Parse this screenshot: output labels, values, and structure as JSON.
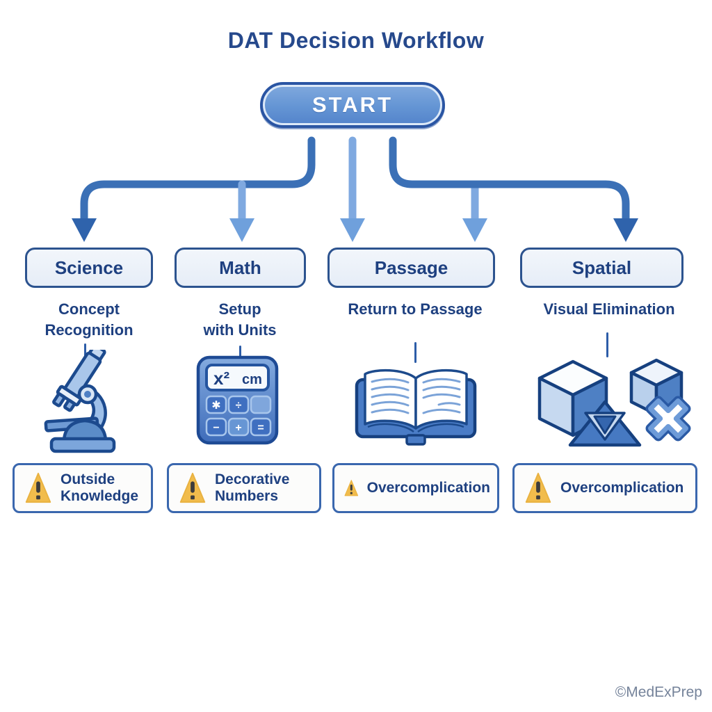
{
  "title": "DAT Decision Workflow",
  "start": {
    "label": "START"
  },
  "columns": [
    {
      "id": "science",
      "label": "Science",
      "strategy": "Concept\nRecognition",
      "icon": "microscope-icon",
      "warning": "Outside\nKnowledge"
    },
    {
      "id": "math",
      "label": "Math",
      "strategy": "Setup\nwith Units",
      "icon": "calculator-icon",
      "warning": "Decorative\nNumbers"
    },
    {
      "id": "passage",
      "label": "Passage",
      "strategy": "Return to Passage",
      "icon": "open-book-icon",
      "warning": "Overcomplication"
    },
    {
      "id": "spatial",
      "label": "Spatial",
      "strategy": "Visual Elimination",
      "icon": "cubes-x-icon",
      "warning": "Overcomplication"
    }
  ],
  "calculator_icon": {
    "display_expression": "x²",
    "display_unit": "cm",
    "keys": [
      "✱",
      "÷",
      "",
      "−",
      "+",
      "="
    ]
  },
  "watermark": "©MedExPrep",
  "colors": {
    "title_blue": "#26498c",
    "text_blue": "#1e4080",
    "arrow_dark": "#3b70b6",
    "arrow_light": "#7fa9e0",
    "box_border": "#2c538f",
    "box_fill": "#e9eef7",
    "warning_yellow": "#f1bc4c",
    "start_border": "#2a55a3"
  }
}
